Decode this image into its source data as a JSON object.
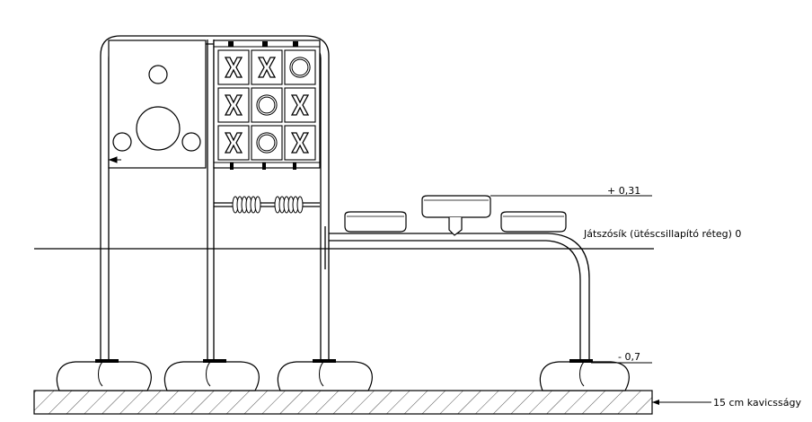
{
  "labels": {
    "level_top": "+ 0,31",
    "level_play": "Játszósík (ütéscsillapító réteg) 0",
    "level_bottom": "- 0,7",
    "gravel": "15 cm kavicsságy"
  },
  "board": {
    "cells": [
      "X",
      "X",
      "O",
      "X",
      "O",
      "X",
      "X",
      "O",
      "X"
    ]
  }
}
